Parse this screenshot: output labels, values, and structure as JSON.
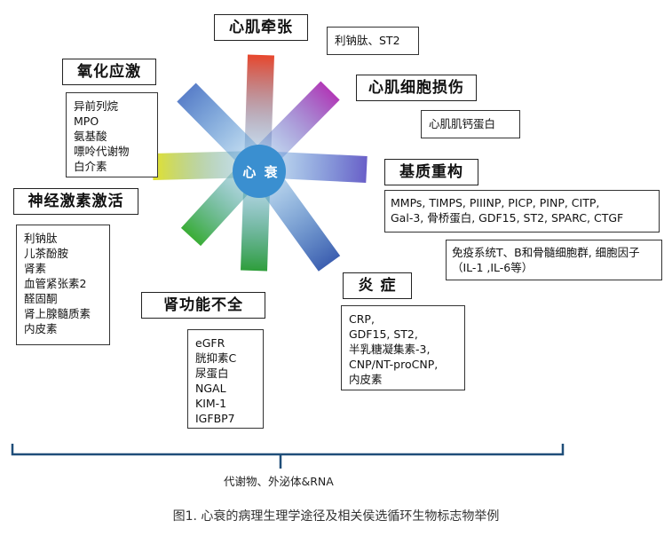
{
  "center": {
    "label": "心 衰"
  },
  "groups": {
    "stretch": {
      "title": "心肌牵张",
      "items": [
        "利钠肽、ST2"
      ]
    },
    "injury": {
      "title": "心肌细胞损伤",
      "items": [
        "心肌肌钙蛋白"
      ]
    },
    "remodel": {
      "title": "基质重构",
      "items": [
        "MMPs, TIMPS, PIIINP, PICP, PINP, CITP,",
        "Gal-3, 骨桥蛋白, GDF15, ST2, SPARC, CTGF"
      ]
    },
    "immune": {
      "items": [
        "免疫系统T、B和骨髓细胞群, 细胞因子",
        "（IL-1 ,IL-6等）"
      ]
    },
    "inflam": {
      "title": "炎 症",
      "items": [
        "CRP,",
        "GDF15, ST2,",
        "半乳糖凝集素-3,",
        "CNP/NT-proCNP,",
        "内皮素"
      ]
    },
    "kidney": {
      "title": "肾功能不全",
      "items": [
        "eGFR",
        "胱抑素C",
        "尿蛋白",
        "NGAL",
        "KIM-1",
        "IGFBP7"
      ]
    },
    "neuro": {
      "title": "神经激素激活",
      "items": [
        "利钠肽",
        "儿茶酚胺",
        "肾素",
        "血管紧张素2",
        "醛固酮",
        "肾上腺髓质素",
        "内皮素"
      ]
    },
    "oxid": {
      "title": "氧化应激",
      "items": [
        "异前列烷",
        "MPO",
        "氨基酸",
        "嘌呤代谢物",
        "白介素"
      ]
    }
  },
  "bracket": {
    "label": "代谢物、外泌体&RNA"
  },
  "caption": "图1. 心衰的病理生理学途径及相关侯选循环生物标志物举例",
  "colors": {
    "ray_n": "#e8462c",
    "ray_ne": "#b23ab7",
    "ray_e": "#6a5fc8",
    "ray_se": "#3d5fb0",
    "ray_s": "#2e9e3a",
    "ray_sw": "#3aad35",
    "ray_w": "#e3e22a",
    "ray_nw": "#5a7fc9",
    "center": "#3a8fd0",
    "bracket": "#1f4e79"
  }
}
